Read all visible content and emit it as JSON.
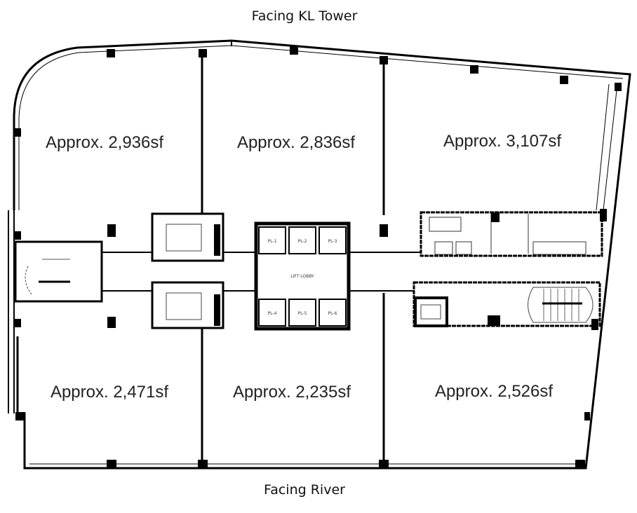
{
  "labels": {
    "top": "Facing KL Tower",
    "bottom": "Facing River"
  },
  "units": [
    {
      "id": "north-west",
      "area": "Approx. 2,936sf"
    },
    {
      "id": "north-centre",
      "area": "Approx. 2,836sf"
    },
    {
      "id": "north-east",
      "area": "Approx. 3,107sf"
    },
    {
      "id": "south-west",
      "area": "Approx. 2,471sf"
    },
    {
      "id": "south-centre",
      "area": "Approx. 2,235sf"
    },
    {
      "id": "south-east",
      "area": "Approx. 2,526sf"
    }
  ],
  "core": {
    "lift_lobby": "LIFT LOBBY",
    "lifts_top": [
      "PL-1",
      "PL-2",
      "PL-3"
    ],
    "lifts_bottom": [
      "PL-4",
      "PL-5",
      "PL-6"
    ]
  }
}
